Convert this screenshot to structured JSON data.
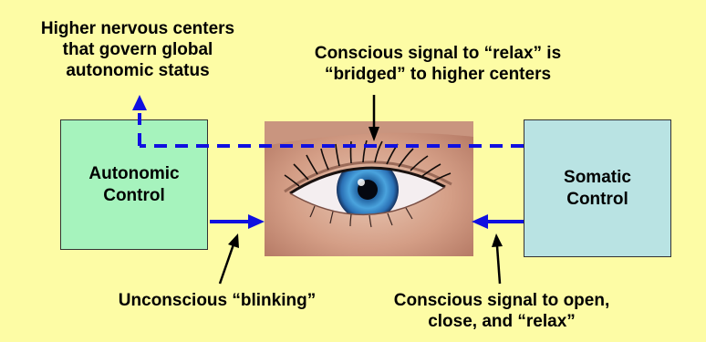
{
  "labels": {
    "higher_centers": [
      "Higher nervous centers",
      "that govern global",
      "autonomic status"
    ],
    "conscious_relax": [
      "Conscious signal to “relax” is",
      "“bridged” to higher centers"
    ],
    "unconscious_blinking": "Unconscious “blinking”",
    "conscious_open": [
      "Conscious signal to open,",
      "close, and “relax”"
    ]
  },
  "boxes": {
    "autonomic": [
      "Autonomic",
      "Control"
    ],
    "somatic": [
      "Somatic",
      "Control"
    ]
  },
  "colors": {
    "background": "#fdfca5",
    "autonomic_box": "#a6f3bd",
    "somatic_box": "#b9e3e3",
    "arrow": "#1010e0"
  },
  "image": "eye-photo"
}
